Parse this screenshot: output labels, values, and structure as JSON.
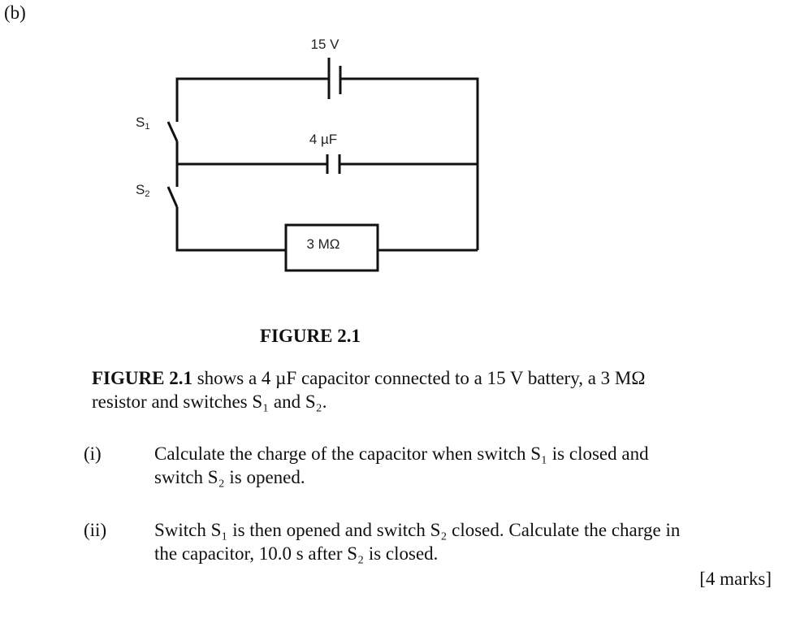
{
  "part_label": "(b)",
  "figure": {
    "battery_label": "15 V",
    "capacitor_label": "4 µF",
    "resistor_label": "3 MΩ",
    "switch1_label": "S",
    "switch1_sub": "1",
    "switch2_label": "S",
    "switch2_sub": "2",
    "caption": "FIGURE 2.1"
  },
  "intro": {
    "bold_ref": "FIGURE 2.1",
    "line1_rest": " shows a 4 µF capacitor connected to a 15 V battery, a 3 MΩ",
    "line2": "resistor and switches S₁ and S₂."
  },
  "questions": [
    {
      "number": "(i)",
      "line1": "Calculate the charge of the capacitor when switch S₁ is closed and",
      "line2": "switch S₂ is opened."
    },
    {
      "number": "(ii)",
      "line1": "Switch S₁ is then opened and switch S₂ closed. Calculate the charge in",
      "line2": "the capacitor, 10.0 s after S₂ is closed."
    }
  ],
  "marks": "[4 marks]"
}
